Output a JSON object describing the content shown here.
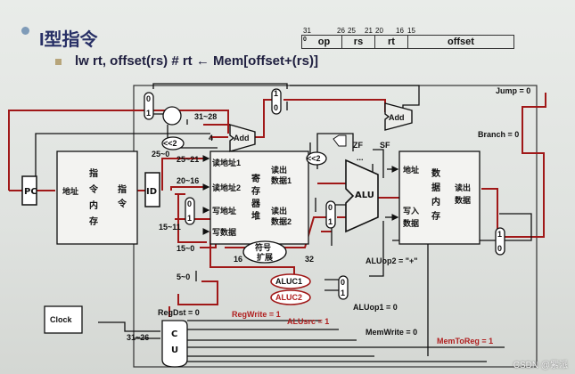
{
  "header": {
    "title": "I型指令",
    "instruction": "lw rt, offset(rs)   # rt ← Mem[offset+(rs)]"
  },
  "format": {
    "bit_numbers": [
      "31",
      "26",
      "25",
      "21",
      "20",
      "16",
      "15"
    ],
    "fields": [
      "op",
      "rs",
      "rt",
      "offset"
    ],
    "start_bit": "0"
  },
  "signals": {
    "jump": "Jump = 0",
    "branch": "Branch = 0",
    "regdst": "RegDst = 0",
    "regwrite": "RegWrite = 1",
    "alusrc": "ALUsrc = 1",
    "aluop2": "ALUop2 = \"+\"",
    "aluop1": "ALUop1 = 0",
    "memwrite": "MemWrite = 0",
    "memtoreg": "MemToReg = 1"
  },
  "blocks": {
    "pc": "PC",
    "instr_mem": [
      "指",
      "令",
      "内",
      "存"
    ],
    "instr_mem_addr": "地址",
    "instr_mem_out": [
      "指",
      "令"
    ],
    "id": "ID",
    "reg_file": [
      "寄",
      "存",
      "器",
      "堆"
    ],
    "reg_read1": "读地址1",
    "reg_read2": "读地址2",
    "reg_write_addr": "写地址",
    "reg_write_data": "写数据",
    "reg_out1": [
      "读出",
      "数据1"
    ],
    "reg_out2": [
      "读出",
      "数据2"
    ],
    "alu": "ALU",
    "data_mem": [
      "数",
      "据",
      "内",
      "存"
    ],
    "data_mem_addr": "地址",
    "data_mem_write": [
      "写入",
      "数据"
    ],
    "data_mem_out": [
      "读出",
      "数据"
    ],
    "add": "Add",
    "sign_ext": [
      "符号",
      "扩展"
    ],
    "aluc1": "ALUC1",
    "aluc2": "ALUC2",
    "clock": "Clock",
    "cu": [
      "C",
      "U"
    ],
    "shift": "<<2",
    "zf": "ZF",
    "sf": "SF"
  },
  "wire_labels": {
    "b31_28": "31~28",
    "b25_0": "25~0",
    "b25_21": "25~21",
    "b20_16": "20~16",
    "b15_11": "15~11",
    "b15_0": "15~0",
    "b5_0": "5~0",
    "b31_26": "31~26",
    "n4": "4",
    "n16": "16",
    "n32": "32",
    "dots": "...",
    "mux0": "0",
    "mux1": "1"
  },
  "watermark": "CSDN @紫派"
}
